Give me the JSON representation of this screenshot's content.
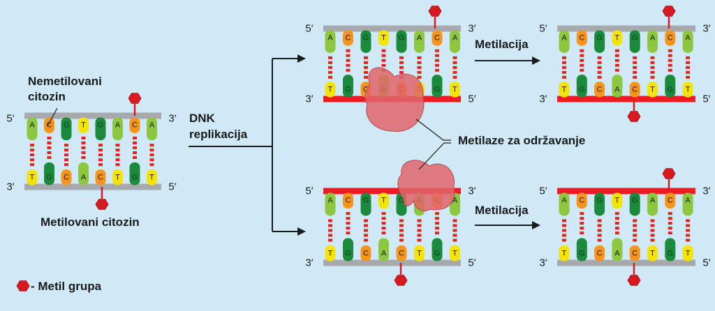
{
  "labels": {
    "unmethylated": "Nemetilovani\ncitozin",
    "methylated": "Metilovani citozin",
    "replication": "DNK\nreplikacija",
    "methylation_top": "Metilacija",
    "methylation_bottom": "Metilacija",
    "maintenance": "Metilaze za održavanje",
    "legend": "- Metil grupa"
  },
  "ends": {
    "five": "5′",
    "three": "3′"
  },
  "top_strand_bases": [
    "A",
    "C",
    "G",
    "T",
    "G",
    "A",
    "C",
    "A"
  ],
  "bottom_strand_bases": [
    "T",
    "G",
    "C",
    "A",
    "C",
    "T",
    "G",
    "T"
  ],
  "colors": {
    "background": "#cfe9f7",
    "A": "#8dc63f",
    "C": "#f7941d",
    "G": "#1b8a3c",
    "T": "#f5e400",
    "backbone": "#a7a9ac",
    "new_strand": "#ed1c24",
    "bond": "#e0241b",
    "methyl": "#d71920",
    "enzyme": "#e0656a"
  }
}
